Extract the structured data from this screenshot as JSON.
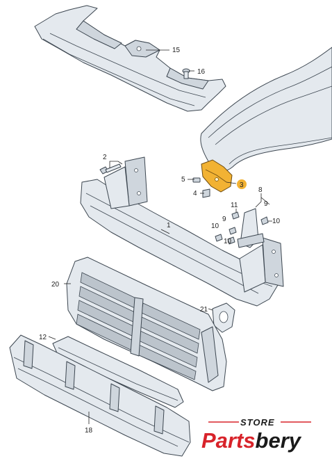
{
  "callouts": [
    {
      "id": "c15",
      "label": "15"
    },
    {
      "id": "c16",
      "label": "16"
    },
    {
      "id": "c2",
      "label": "2"
    },
    {
      "id": "c5",
      "label": "5"
    },
    {
      "id": "c3",
      "label": "3",
      "highlight": true
    },
    {
      "id": "c4",
      "label": "4"
    },
    {
      "id": "c8",
      "label": "8"
    },
    {
      "id": "c9a",
      "label": "9"
    },
    {
      "id": "c11",
      "label": "11"
    },
    {
      "id": "c9b",
      "label": "9"
    },
    {
      "id": "c10a",
      "label": "10"
    },
    {
      "id": "c10b",
      "label": "10"
    },
    {
      "id": "c10c",
      "label": "10"
    },
    {
      "id": "c1",
      "label": "1"
    },
    {
      "id": "c20",
      "label": "20"
    },
    {
      "id": "c21",
      "label": "21"
    },
    {
      "id": "c12",
      "label": "12"
    },
    {
      "id": "c18",
      "label": "18"
    }
  ],
  "logo": {
    "store_text": "STORE",
    "brand_red": "Parts",
    "brand_dark": "bery",
    "red_color": "#d8232a",
    "dark_color": "#1a1a1a"
  },
  "highlight_color": "#f2b233"
}
